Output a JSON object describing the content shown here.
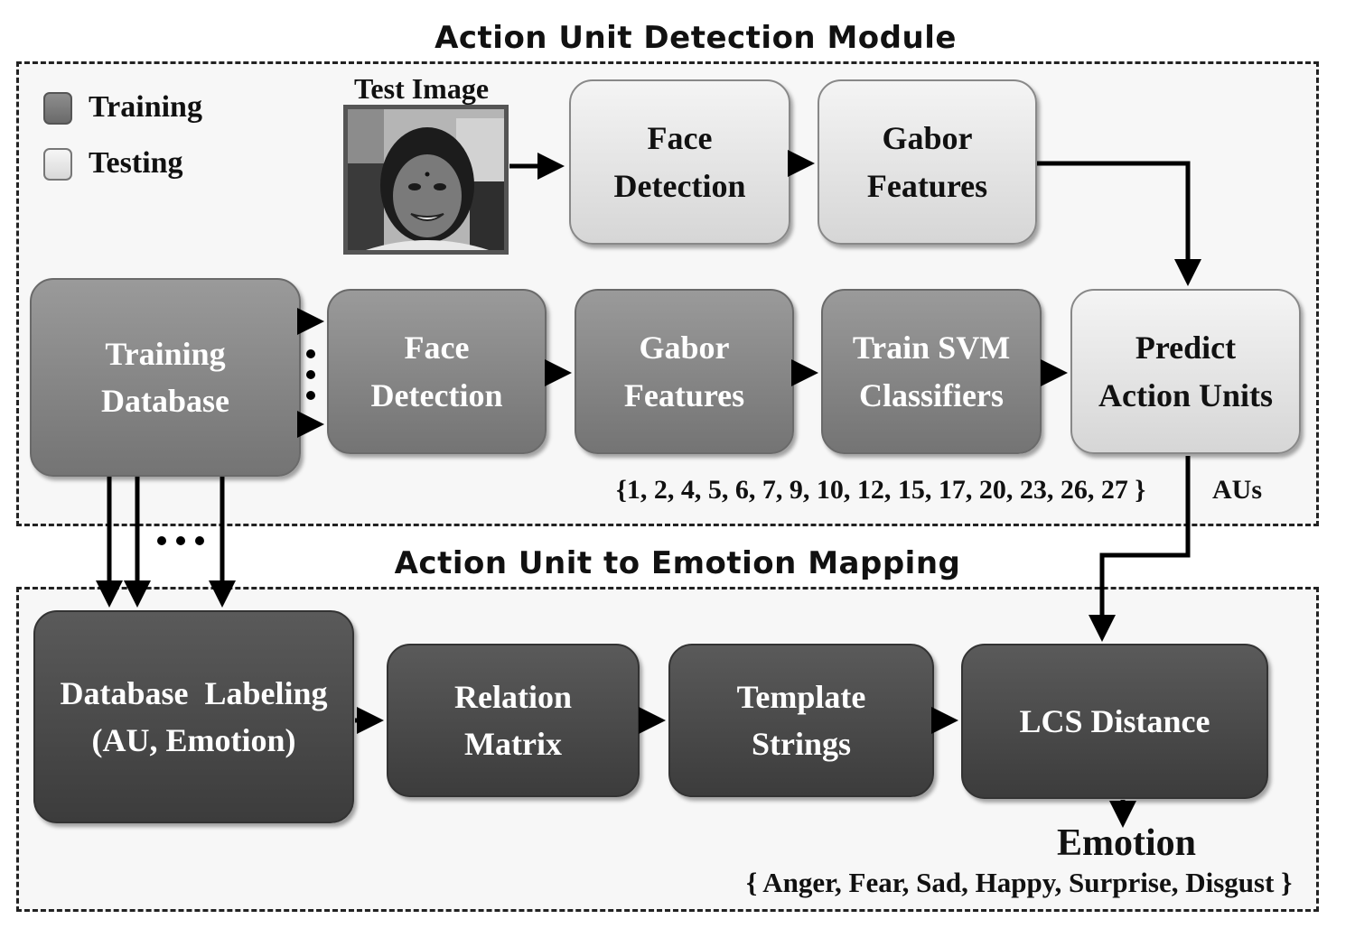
{
  "top_module": {
    "title": "Action Unit Detection Module",
    "legend": {
      "training": "Training",
      "testing": "Testing"
    },
    "test_image_label": "Test Image",
    "test_path": {
      "face_detection": [
        "Face",
        "Detection"
      ],
      "gabor_features": [
        "Gabor",
        "Features"
      ]
    },
    "training_path": {
      "database": [
        "Training",
        "Database"
      ],
      "face_detection": [
        "Face",
        "Detection"
      ],
      "gabor_features": [
        "Gabor",
        "Features"
      ],
      "train_svm": [
        "Train SVM",
        "Classifiers"
      ]
    },
    "predict": [
      "Predict",
      "Action Units"
    ],
    "au_set": "{1, 2, 4, 5, 6, 7, 9, 10, 12, 15, 17, 20, 23, 26, 27 }",
    "aus_label": "AUs"
  },
  "bottom_module": {
    "title": "Action Unit to Emotion Mapping",
    "database_labeling": [
      "Database  Labeling",
      "(AU, Emotion)"
    ],
    "relation_matrix": [
      "Relation",
      "Matrix"
    ],
    "template_strings": [
      "Template",
      "Strings"
    ],
    "lcs_distance": "LCS Distance",
    "emotion_label": "Emotion",
    "emotion_set": "{ Anger, Fear, Sad, Happy, Surprise, Disgust }"
  },
  "colors": {
    "testing": "#e6e6e6",
    "training": "#868686",
    "mapping": "#4a4a4a"
  }
}
